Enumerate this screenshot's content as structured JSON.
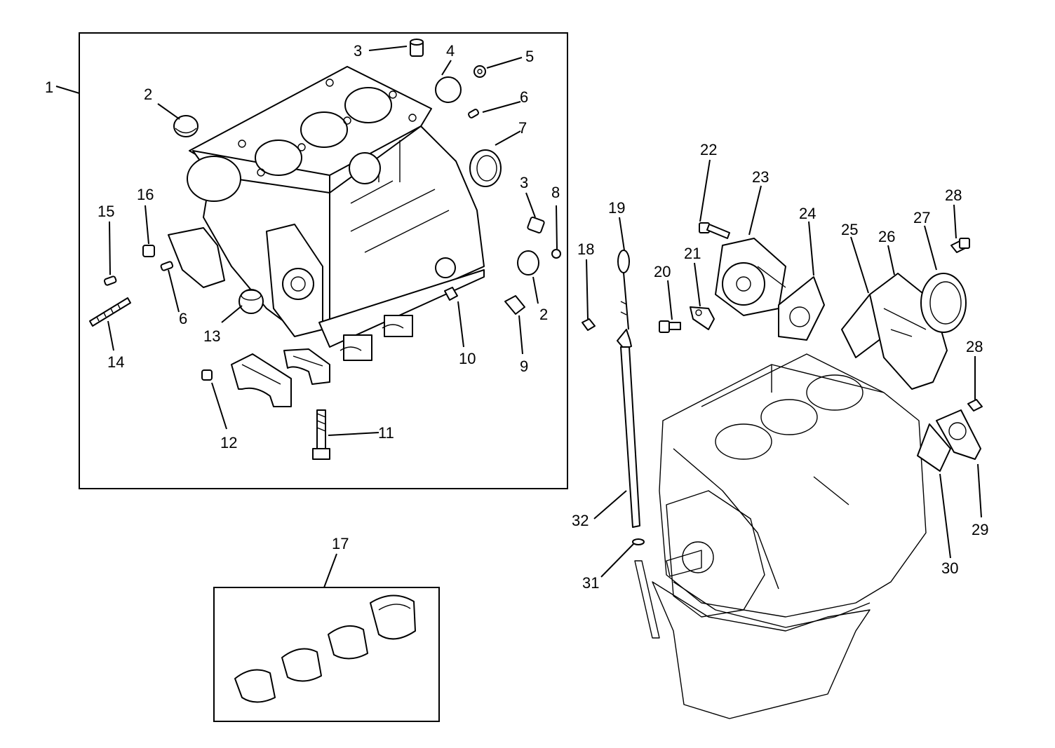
{
  "callouts": [
    {
      "id": "c1",
      "label": "1"
    },
    {
      "id": "c2a",
      "label": "2"
    },
    {
      "id": "c2b",
      "label": "2"
    },
    {
      "id": "c3a",
      "label": "3"
    },
    {
      "id": "c3b",
      "label": "3"
    },
    {
      "id": "c4",
      "label": "4"
    },
    {
      "id": "c5",
      "label": "5"
    },
    {
      "id": "c6a",
      "label": "6"
    },
    {
      "id": "c6b",
      "label": "6"
    },
    {
      "id": "c7",
      "label": "7"
    },
    {
      "id": "c8",
      "label": "8"
    },
    {
      "id": "c9",
      "label": "9"
    },
    {
      "id": "c10",
      "label": "10"
    },
    {
      "id": "c11",
      "label": "11"
    },
    {
      "id": "c12",
      "label": "12"
    },
    {
      "id": "c13",
      "label": "13"
    },
    {
      "id": "c14",
      "label": "14"
    },
    {
      "id": "c15",
      "label": "15"
    },
    {
      "id": "c16",
      "label": "16"
    },
    {
      "id": "c17",
      "label": "17"
    },
    {
      "id": "c18",
      "label": "18"
    },
    {
      "id": "c19",
      "label": "19"
    },
    {
      "id": "c20",
      "label": "20"
    },
    {
      "id": "c21",
      "label": "21"
    },
    {
      "id": "c22",
      "label": "22"
    },
    {
      "id": "c23",
      "label": "23"
    },
    {
      "id": "c24",
      "label": "24"
    },
    {
      "id": "c25",
      "label": "25"
    },
    {
      "id": "c26",
      "label": "26"
    },
    {
      "id": "c27",
      "label": "27"
    },
    {
      "id": "c28a",
      "label": "28"
    },
    {
      "id": "c28b",
      "label": "28"
    },
    {
      "id": "c29",
      "label": "29"
    },
    {
      "id": "c30",
      "label": "30"
    },
    {
      "id": "c31",
      "label": "31"
    },
    {
      "id": "c32",
      "label": "32"
    }
  ]
}
